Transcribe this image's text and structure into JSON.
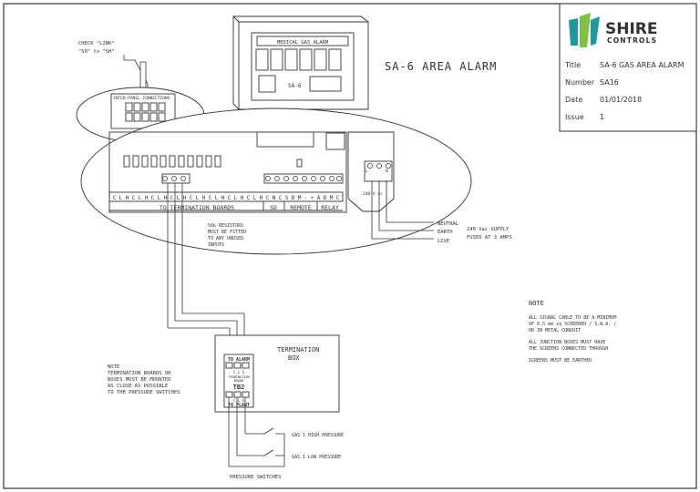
{
  "title_block": {
    "logo_main": "SHIRE",
    "logo_sub": "CONTROLS",
    "fields": [
      {
        "label": "Title",
        "value": "SA-6 GAS AREA ALARM"
      },
      {
        "label": "Number",
        "value": "SA16"
      },
      {
        "label": "Date",
        "value": "01/01/2018"
      },
      {
        "label": "Issue",
        "value": "1"
      }
    ],
    "colors": {
      "logo_green": "#7dc242",
      "logo_teal": "#1f9a9a"
    }
  },
  "drawing_title": "SA-6 AREA ALARM",
  "alarm_panel": {
    "header": "MEDICAL GAS ALARM",
    "model": "SA-6"
  },
  "link_note": {
    "line1": "CHECK \"LINK\"",
    "line2": "\"S0\" to \"SH\""
  },
  "inter_panel_label": "INTER-PANEL CONNECTIONS",
  "terminal_strip": {
    "labels": [
      "C",
      "L",
      "H",
      "C",
      "L",
      "H",
      "C",
      "L",
      "H",
      "C",
      "L",
      "H",
      "C",
      "L",
      "H",
      "C",
      "L",
      "H",
      "C",
      "L",
      "H",
      "C",
      "L",
      "H",
      "C",
      "N",
      "C",
      "S",
      "D",
      "M",
      "-",
      "+",
      "A",
      "D",
      "M",
      "C"
    ],
    "group_termination": "TO TERMINATION BOARDS",
    "group_sd": "SD",
    "group_remote": "REMOTE",
    "group_relay": "RELAY"
  },
  "supply_block": {
    "label": "240 V ac",
    "terminals": [
      "L",
      "",
      "N"
    ]
  },
  "resistor_note": [
    "56k RESISTORS",
    "MUST BE FITTED",
    "TO ANY UNUSED",
    "INPUTS"
  ],
  "supply_lines": {
    "neutral": "NEUTRAL",
    "earth": "EARTH",
    "live": "LIVE",
    "supply_1": "240 Vac SUPPLY",
    "supply_2": "FUSED AT 3 AMPS"
  },
  "note_right": {
    "heading": "NOTE",
    "paragraphs": [
      [
        "ALL SIGNAL CABLE TO BE A MINIMUM",
        "OF 0.5 mm sq SCREENED / S.W.A. /",
        "OR IN METAL CONDUIT"
      ],
      [
        "ALL JUNCTION BOXES MUST HAVE",
        "THE SCREENS CONNECTED THROUGH"
      ],
      [
        "SCREENS MUST BE EARTHED"
      ]
    ]
  },
  "note_left": {
    "heading": "NOTE",
    "lines": [
      "TERMINATION BOARDS OR",
      "BOXES MUST BE MOUNTED",
      "AS CLOSE AS POSSIBLE",
      "TO THE PRESSURE SWITCHES"
    ]
  },
  "termination_box": {
    "title_1": "TERMINATION",
    "title_2": "BOX",
    "to_alarm": "TO ALARM",
    "top_terms": "C L S",
    "board_label_1": "TERMINATION",
    "board_label_2": "BOARD",
    "board_id": "TB2",
    "bottom_terms": "C L S",
    "to_plant": "TO PLANT"
  },
  "switches": {
    "high": "GAS 1 HIGH PRESSURE",
    "low": "GAS 1 LOW PRESSURE",
    "label": "PRESSURE SWITCHES"
  }
}
